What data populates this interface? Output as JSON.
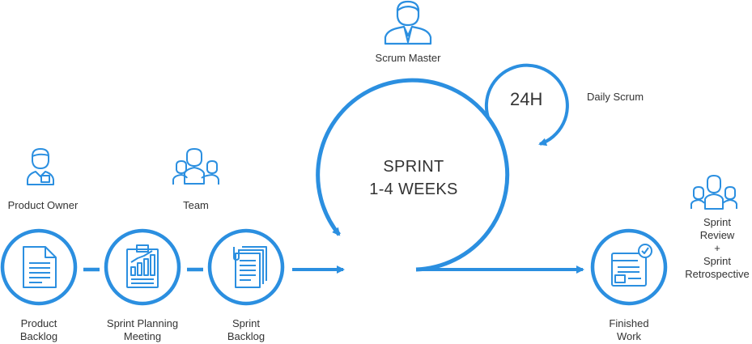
{
  "colors": {
    "accent": "#2b8fe0",
    "text": "#333333",
    "background": "#ffffff"
  },
  "roles": {
    "scrum_master": "Scrum Master",
    "product_owner": "Product Owner",
    "team": "Team"
  },
  "sprint": {
    "line1": "SPRINT",
    "line2": "1-4 WEEKS"
  },
  "daily": {
    "cycle": "24H",
    "label": "Daily Scrum"
  },
  "nodes": {
    "product_backlog": {
      "line1": "Product",
      "line2": "Backlog",
      "icon": "document-icon"
    },
    "planning": {
      "line1": "Sprint Planning",
      "line2": "Meeting",
      "icon": "clipboard-chart-icon"
    },
    "sprint_backlog": {
      "line1": "Sprint",
      "line2": "Backlog",
      "icon": "stacked-documents-icon"
    },
    "finished": {
      "line1": "Finished",
      "line2": "Work",
      "icon": "finished-work-icon"
    }
  },
  "review": {
    "line1": "Sprint",
    "line2": "Review",
    "line3": "+",
    "line4": "Sprint",
    "line5": "Retrospective"
  }
}
